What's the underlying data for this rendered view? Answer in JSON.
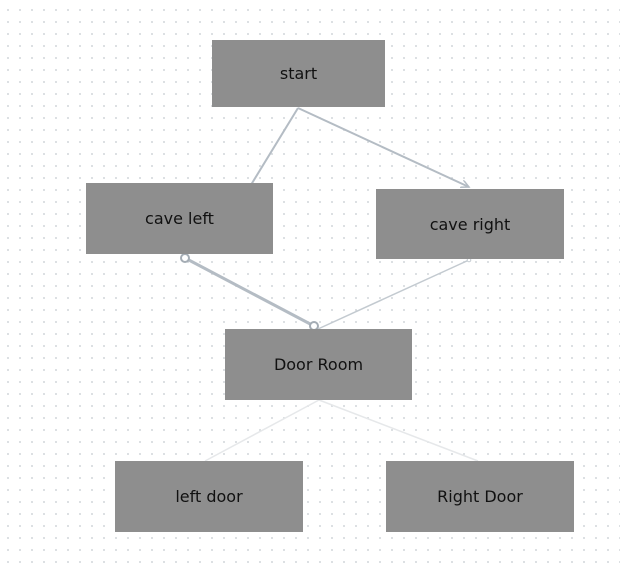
{
  "diagram": {
    "nodes": {
      "start": {
        "label": "start"
      },
      "cave_left": {
        "label": "cave left"
      },
      "cave_right": {
        "label": "cave right"
      },
      "door_room": {
        "label": "Door Room"
      },
      "left_door": {
        "label": "left door"
      },
      "right_door": {
        "label": "Right Door"
      }
    },
    "edges": [
      {
        "from": "start",
        "to": "cave_left"
      },
      {
        "from": "start",
        "to": "cave_right"
      },
      {
        "from": "cave_left",
        "to": "door_room"
      },
      {
        "from": "cave_right",
        "to": "door_room"
      },
      {
        "from": "door_room",
        "to": "left_door"
      },
      {
        "from": "door_room",
        "to": "right_door"
      }
    ],
    "colors": {
      "node_fill": "#8e8e8e",
      "node_text": "#111111",
      "edge": "#b4bcc4",
      "edge_faint": "#e6e8ea",
      "grid_dot": "#d4d8dc",
      "background": "#ffffff"
    }
  }
}
